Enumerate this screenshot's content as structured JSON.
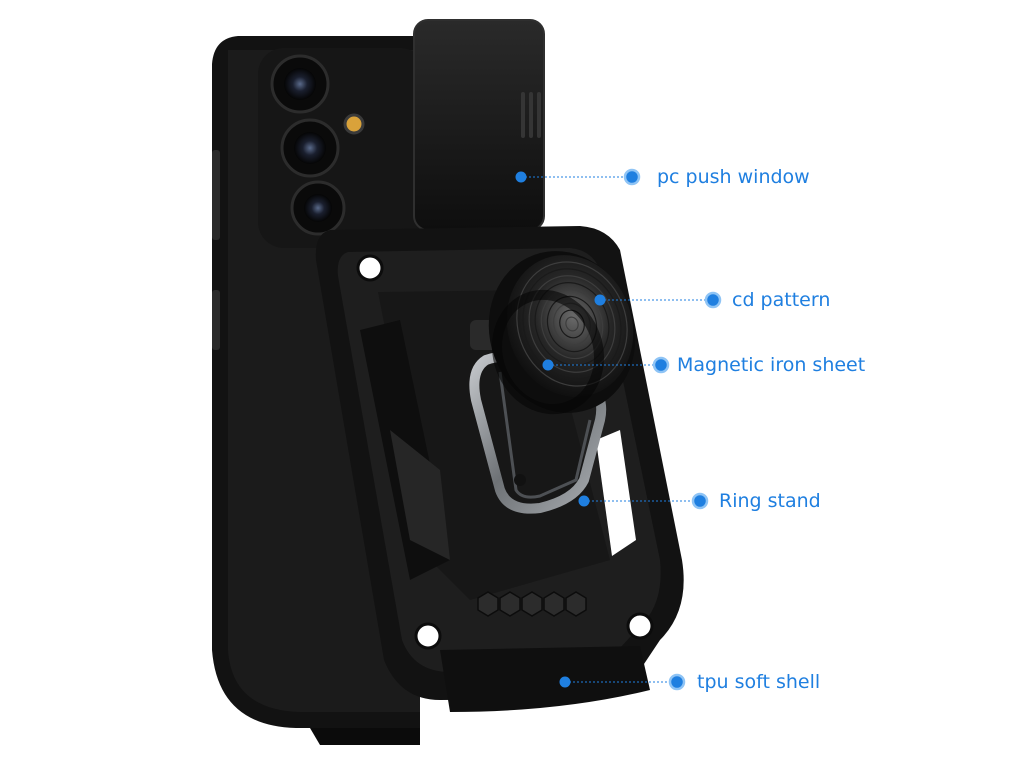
{
  "colors": {
    "accent": "#1f7fe0",
    "accent_light": "#8fc4f5",
    "case_black": "#111111",
    "case_dark": "#1c1c1c",
    "case_edge": "#2e2e2e",
    "metal": "#8a8d91",
    "background": "#ffffff"
  },
  "callouts": [
    {
      "id": "pc-push-window",
      "label": "pc push window"
    },
    {
      "id": "cd-pattern",
      "label": "cd pattern"
    },
    {
      "id": "magnetic-iron-sheet",
      "label": "Magnetic iron sheet"
    },
    {
      "id": "ring-stand",
      "label": "Ring stand"
    },
    {
      "id": "tpu-soft-shell",
      "label": "tpu soft shell"
    }
  ]
}
